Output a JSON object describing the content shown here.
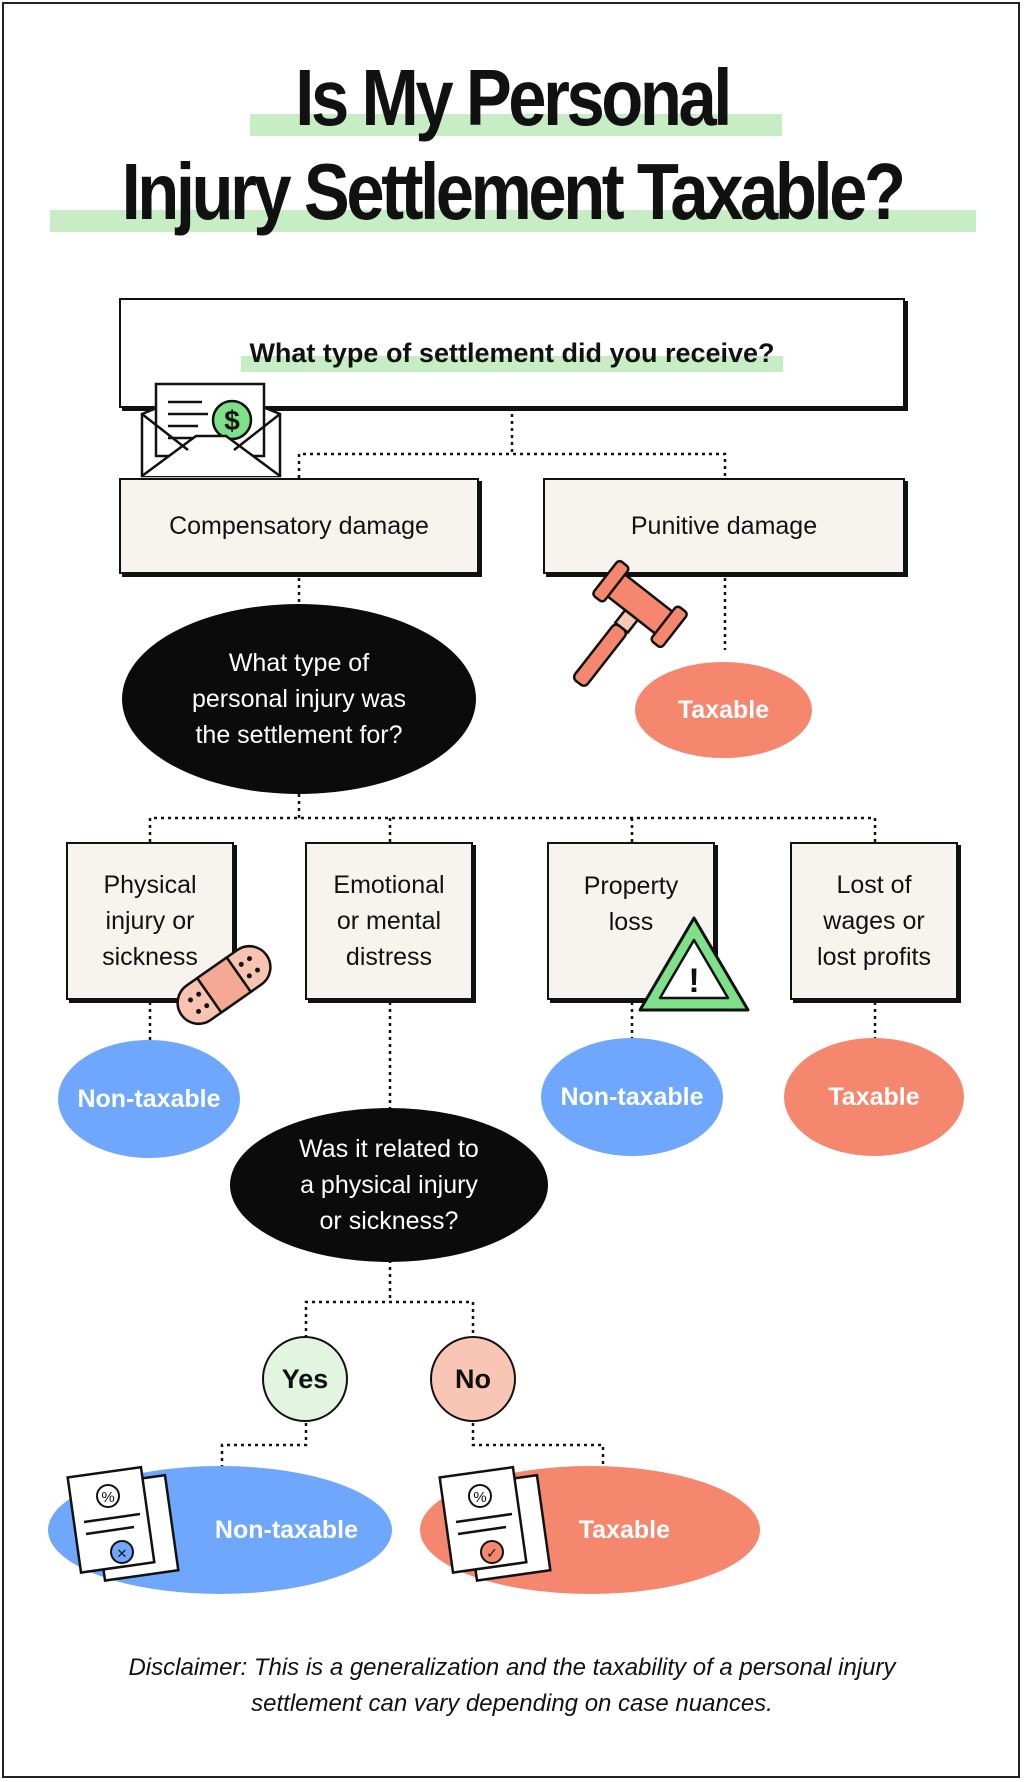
{
  "title": {
    "line1": "Is My Personal",
    "line2": "Injury Settlement Taxable?"
  },
  "question1": "What type of settlement did you receive?",
  "compensatory": "Compensatory damage",
  "punitive": "Punitive damage",
  "punitive_result": "Taxable",
  "question2": {
    "l1": "What type of",
    "l2": "personal injury was",
    "l3": "the settlement for?"
  },
  "categories": {
    "physical": {
      "l1": "Physical",
      "l2": "injury or",
      "l3": "sickness",
      "result": "Non-taxable"
    },
    "emotional": {
      "l1": "Emotional",
      "l2": "or mental",
      "l3": "distress"
    },
    "property": {
      "l1": "Property",
      "l2": "loss",
      "result": "Non-taxable"
    },
    "wages": {
      "l1": "Lost of",
      "l2": "wages or",
      "l3": "lost profits",
      "result": "Taxable"
    }
  },
  "question3": {
    "l1": "Was it related to",
    "l2": "a physical injury",
    "l3": "or sickness?"
  },
  "answers": {
    "yes": "Yes",
    "no": "No",
    "yes_result": "Non-taxable",
    "no_result": "Taxable"
  },
  "icons": {
    "envelope": "dollar-envelope-icon",
    "gavel": "gavel-icon",
    "bandage": "bandage-icon",
    "warning": "warning-triangle-icon",
    "doc_x": "tax-document-x-icon",
    "doc_check": "tax-document-check-icon",
    "percent": "%",
    "x_mark": "✕",
    "check_mark": "✓",
    "dollar": "$",
    "exclamation": "!"
  },
  "disclaimer": {
    "l1": "Disclaimer: This is a generalization and the taxability of a personal injury",
    "l2": "settlement can vary depending on case nuances."
  },
  "colors": {
    "highlight": "#c6edc3",
    "red": "#f5876e",
    "blue": "#6ea7fb",
    "black": "#0b0b0b",
    "box": "#f7f4ef"
  }
}
